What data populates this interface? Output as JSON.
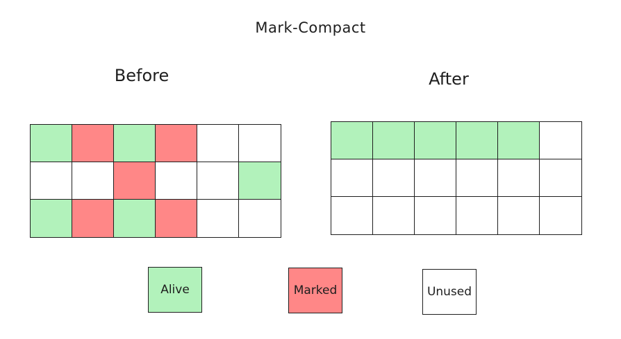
{
  "title": "Mark-Compact",
  "before": {
    "heading": "Before",
    "rows": [
      [
        "alive",
        "marked",
        "alive",
        "marked",
        "unused",
        "unused"
      ],
      [
        "unused",
        "unused",
        "marked",
        "unused",
        "unused",
        "alive"
      ],
      [
        "alive",
        "marked",
        "alive",
        "marked",
        "unused",
        "unused"
      ]
    ]
  },
  "after": {
    "heading": "After",
    "rows": [
      [
        "alive",
        "alive",
        "alive",
        "alive",
        "alive",
        "unused"
      ],
      [
        "unused",
        "unused",
        "unused",
        "unused",
        "unused",
        "unused"
      ],
      [
        "unused",
        "unused",
        "unused",
        "unused",
        "unused",
        "unused"
      ]
    ]
  },
  "legend": {
    "alive": "Alive",
    "marked": "Marked",
    "unused": "Unused"
  },
  "colors": {
    "alive": "#b2f2bb",
    "marked": "#ff8787",
    "unused": "#ffffff",
    "stroke": "#1e1e1e"
  }
}
